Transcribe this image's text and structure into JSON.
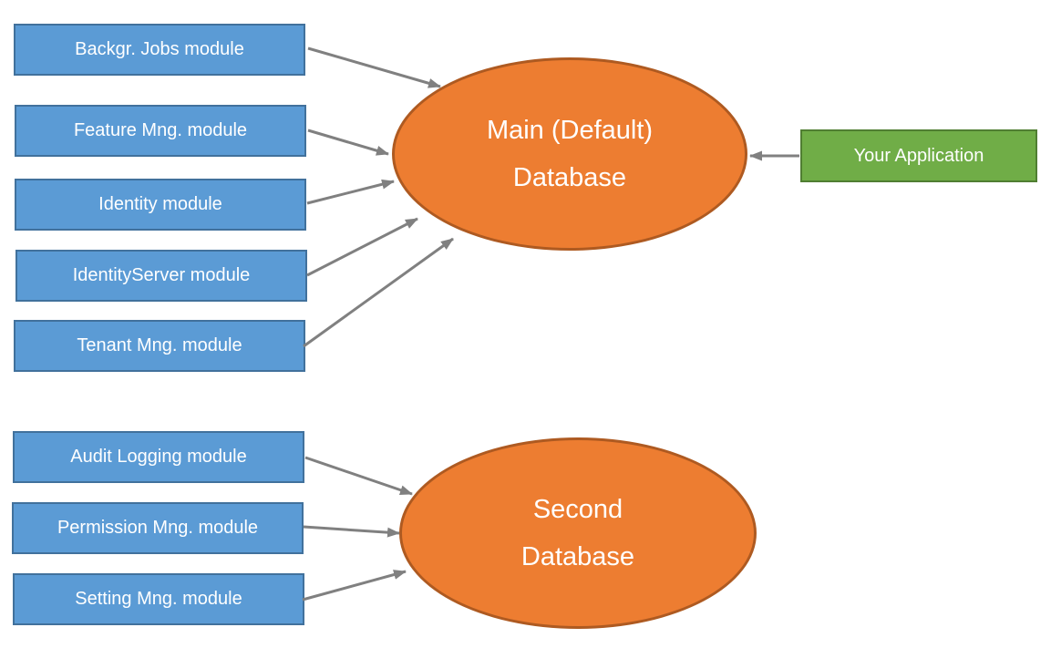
{
  "diagram": {
    "top_modules": [
      {
        "label": "Backgr. Jobs module"
      },
      {
        "label": "Feature Mng. module"
      },
      {
        "label": "Identity module"
      },
      {
        "label": "IdentityServer module"
      },
      {
        "label": "Tenant Mng. module"
      }
    ],
    "bottom_modules": [
      {
        "label": "Audit Logging module"
      },
      {
        "label": "Permission Mng. module"
      },
      {
        "label": "Setting Mng. module"
      }
    ],
    "databases": [
      {
        "label_line1": "Main (Default)",
        "label_line2": "Database"
      },
      {
        "label_line1": "Second",
        "label_line2": "Database"
      }
    ],
    "application": {
      "label": "Your Application"
    },
    "colors": {
      "module_fill": "#5B9BD5",
      "module_border": "#41719C",
      "database_fill": "#ED7D31",
      "database_border": "#AE5A21",
      "application_fill": "#70AD47",
      "application_border": "#507E32",
      "arrow": "#808080",
      "text": "#FFFFFF",
      "background": "#FFFFFF"
    }
  }
}
